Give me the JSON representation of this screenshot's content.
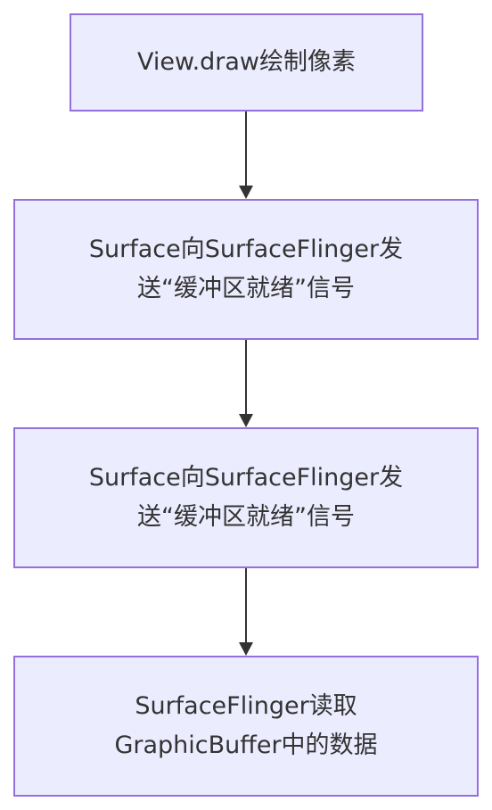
{
  "nodes": [
    {
      "lines": [
        "View.draw绘制像素"
      ]
    },
    {
      "lines": [
        "Surface向SurfaceFlinger发",
        "送“缓冲区就绪”信号"
      ]
    },
    {
      "lines": [
        "Surface向SurfaceFlinger发",
        "送“缓冲区就绪”信号"
      ]
    },
    {
      "lines": [
        "SurfaceFlinger读取",
        "GraphicBuffer中的数据"
      ]
    }
  ],
  "colors": {
    "node_fill": "#ECECFF",
    "node_border": "#9370DB",
    "text": "#333333",
    "edge": "#333333"
  }
}
